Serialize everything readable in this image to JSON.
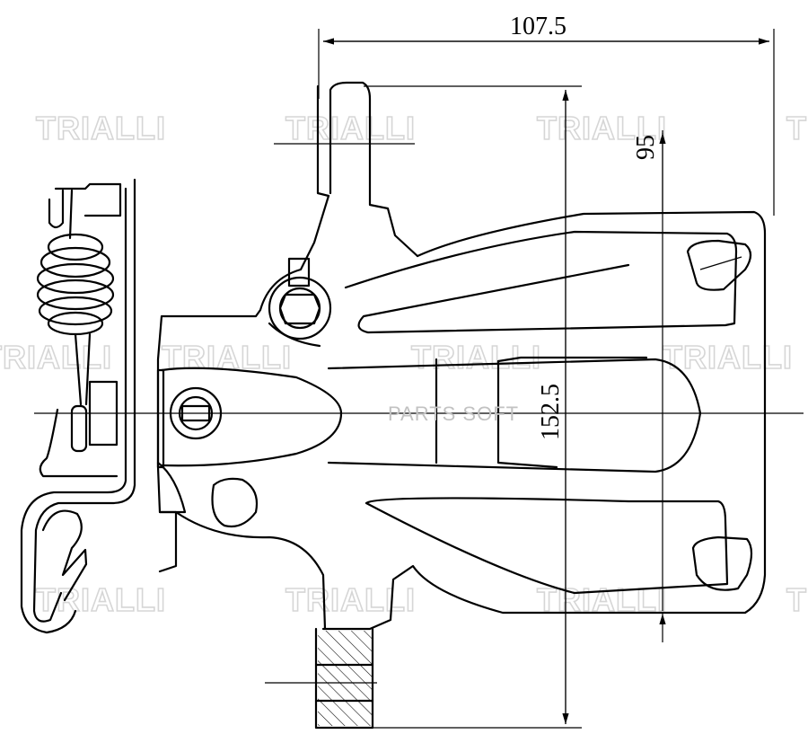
{
  "drawing": {
    "dimensions": {
      "width": "107.5",
      "height": "152.5",
      "inner": "95"
    },
    "watermark": {
      "brand": "TRIALLI",
      "center_text": "PARTS SOFT"
    },
    "colors": {
      "line": "#000000",
      "watermark": "#d6d6d6",
      "background": "#ffffff"
    }
  }
}
